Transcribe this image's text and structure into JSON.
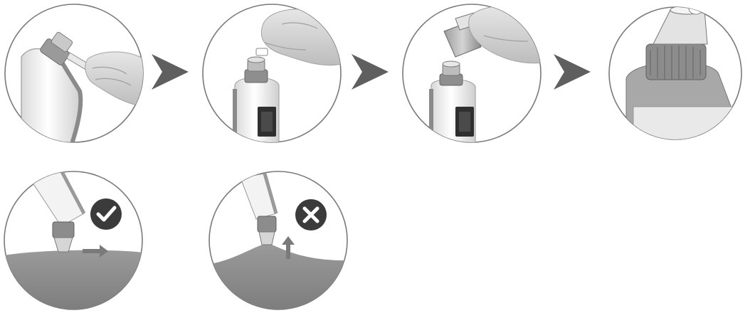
{
  "diagram": {
    "steps": [
      {
        "id": "step-1",
        "depicts": "remove-tip-from-device"
      },
      {
        "id": "step-2",
        "depicts": "insert-filter-into-nozzle"
      },
      {
        "id": "step-3",
        "depicts": "attach-cup-tip"
      },
      {
        "id": "step-4",
        "depicts": "tip-attached"
      }
    ],
    "usage": [
      {
        "id": "correct-use",
        "depicts": "slide-horizontally",
        "status": "check-icon"
      },
      {
        "id": "incorrect-use",
        "depicts": "pull-vertically",
        "status": "cross-icon"
      }
    ],
    "step_connector": "play-arrow-icon",
    "colors": {
      "frame": "#7a7a7a",
      "arrow": "#5f5f5f",
      "badge": "#3b3b3b",
      "skin": "#8c8c8c",
      "device_body": "#f2f2f2",
      "device_accent": "#9a9a9a"
    }
  }
}
